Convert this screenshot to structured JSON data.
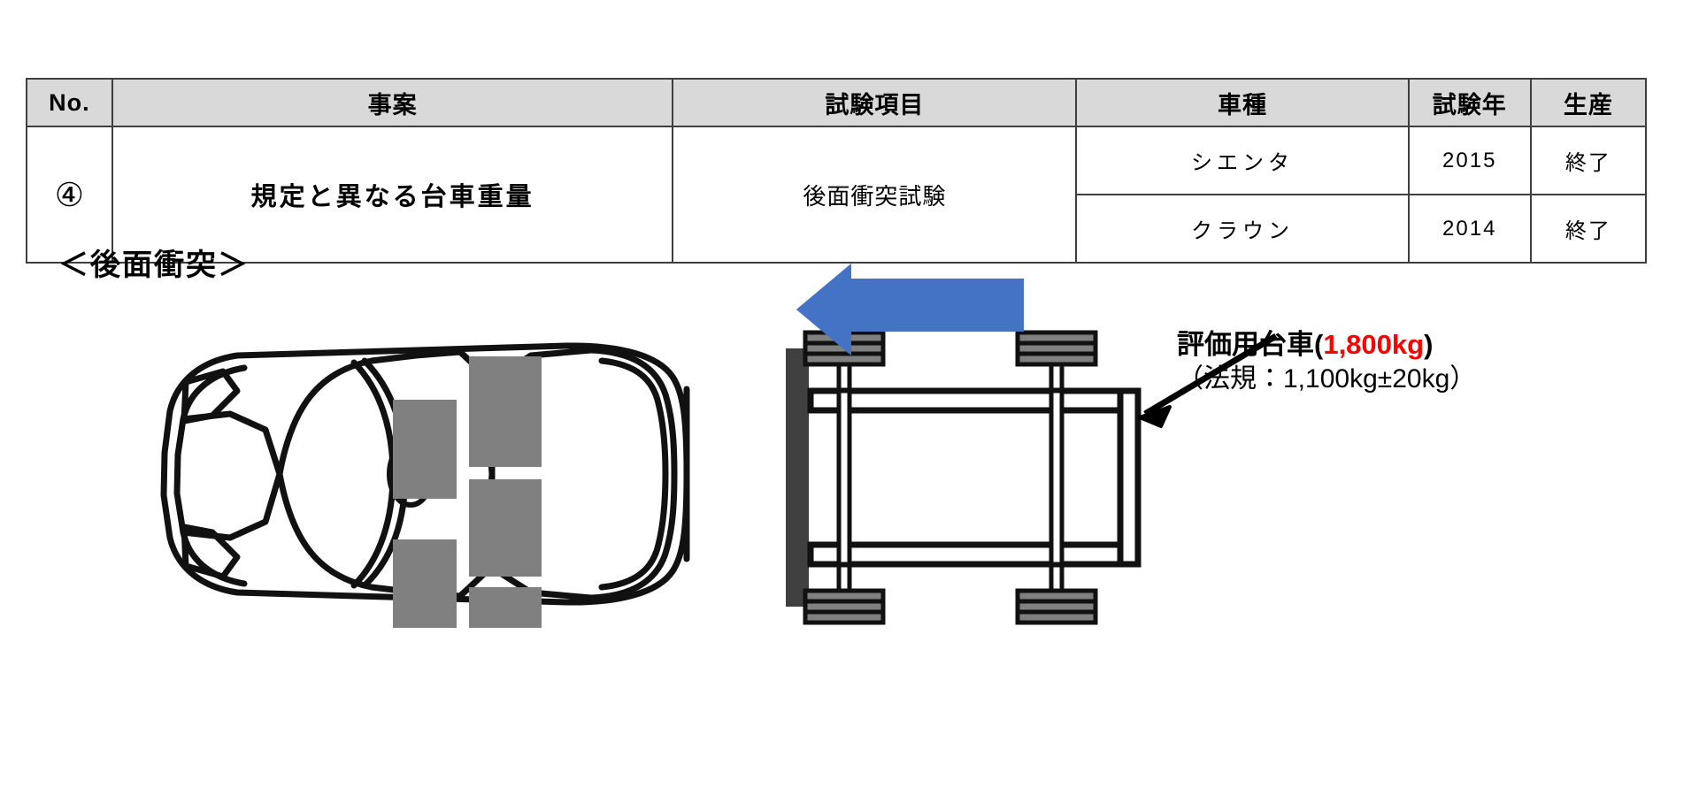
{
  "table": {
    "headers": {
      "no": "No.",
      "case": "事案",
      "test_item": "試験項目",
      "model": "車種",
      "test_year": "試験年",
      "production": "生産"
    },
    "rows": [
      {
        "no": "④",
        "case": "規定と異なる台車重量",
        "test_item": "後面衝突試験",
        "vehicles": [
          {
            "model": "シエンタ",
            "test_year": "2015",
            "production": "終了"
          },
          {
            "model": "クラウン",
            "test_year": "2014",
            "production": "終了"
          }
        ]
      }
    ]
  },
  "diagram": {
    "heading": "＜後面衝突＞",
    "callout": {
      "line1_prefix": "評価用台車(",
      "line1_value": "1,800kg",
      "line1_suffix": ")",
      "line2": "（法規：1,100kg±20kg）"
    },
    "icons": {
      "impact_arrow": "left-arrow-icon",
      "callout_pointer": "diagonal-arrow-icon",
      "vehicle": "car-top-view-icon",
      "trolley": "test-trolley-icon",
      "barrier": "impact-barrier-icon"
    },
    "colors": {
      "impact_arrow": "#4472c4",
      "barrier": "#404040",
      "seat_block": "#808080",
      "highlight_text": "#ff0000",
      "table_header_bg": "#d9d9d9",
      "table_border": "#3f3f3f"
    }
  }
}
